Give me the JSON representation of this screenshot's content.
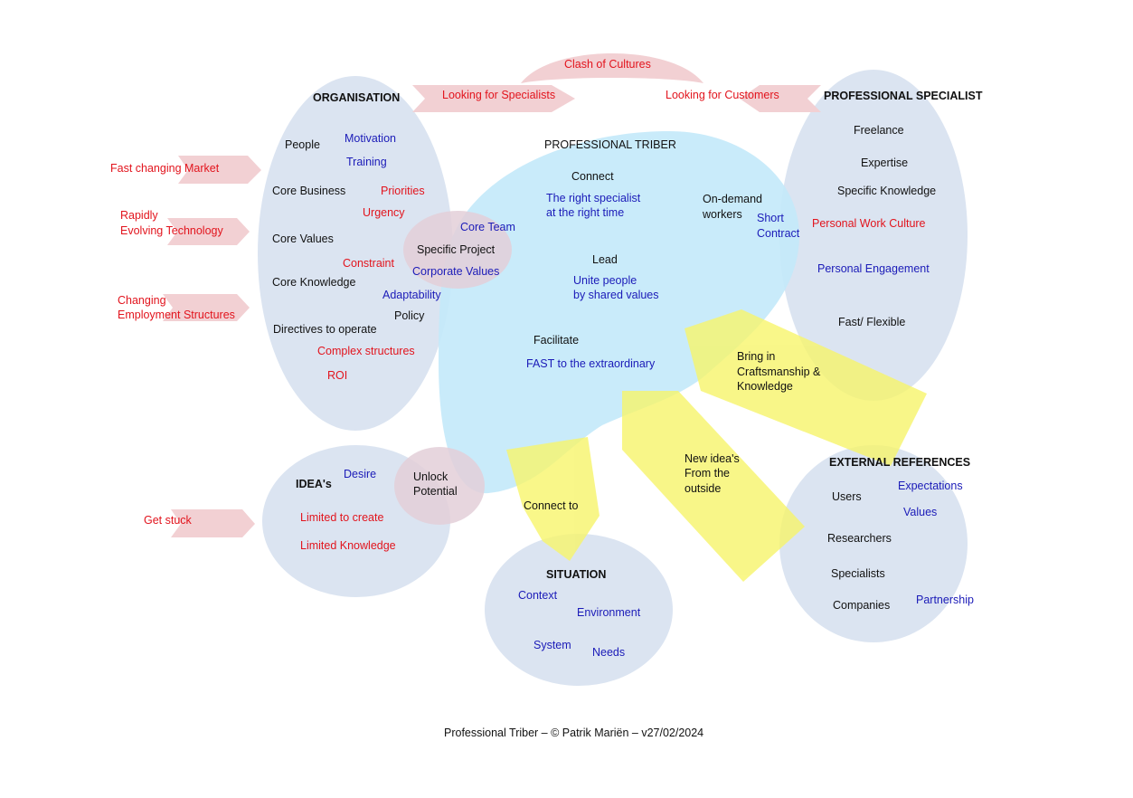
{
  "colors": {
    "bubble": "#dbe4f1",
    "triber": "#c3e9fa",
    "arrow": "#f2d0d3",
    "overlap": "#e3cfd8",
    "yellow": "#f7f56b",
    "red_text": "#e2141d",
    "blue_text": "#1b1bb8",
    "black_text": "#111111"
  },
  "top": {
    "clash": "Clash of  Cultures",
    "looking_specialists": "Looking for Specialists",
    "looking_customers": "Looking for Customers"
  },
  "left_drivers": {
    "fast_market": "Fast changing Market",
    "rapidly": "Rapidly",
    "evolving_tech": "Evolving Technology",
    "changing": "Changing",
    "employment": "Employment  Structures",
    "get_stuck": "Get stuck"
  },
  "organisation": {
    "title": "ORGANISATION",
    "people": "People",
    "motivation": "Motivation",
    "training": "Training",
    "core_business": "Core Business",
    "priorities": "Priorities",
    "urgency": "Urgency",
    "core_values": "Core Values",
    "constraint": "Constraint",
    "core_knowledge": "Core Knowledge",
    "adaptability": "Adaptability",
    "policy": "Policy",
    "directives": "Directives to operate",
    "complex": "Complex structures",
    "roi": "ROI"
  },
  "project": {
    "core_team": "Core Team",
    "specific_project": "Specific Project",
    "corporate_values": "Corporate Values"
  },
  "triber": {
    "title": "PROFESSIONAL TRIBER",
    "connect": "Connect",
    "right_specialist": "The right specialist",
    "right_time": "at the right time",
    "on_demand": "On-demand",
    "workers": "workers",
    "short": "Short",
    "contract": "Contract",
    "lead": "Lead",
    "unite": "Unite people",
    "shared_values": "by shared values",
    "facilitate": "Facilitate",
    "fast": "FAST to the extraordinary"
  },
  "specialist": {
    "title": "PROFESSIONAL SPECIALIST",
    "freelance": "Freelance",
    "expertise": "Expertise",
    "specific_knowledge": "Specific Knowledge",
    "work_culture": "Personal Work Culture",
    "engagement": "Personal Engagement",
    "fast_flexible": "Fast/ Flexible"
  },
  "arrows": {
    "bring_in_1": "Bring in",
    "bring_in_2": "Craftsmanship &",
    "bring_in_3": "Knowledge",
    "new_ideas_1": "New idea's",
    "new_ideas_2": "From the",
    "new_ideas_3": "outside",
    "connect_to": "Connect to"
  },
  "ideas": {
    "title": "IDEA's",
    "desire": "Desire",
    "unlock": "Unlock",
    "potential": "Potential",
    "limited_create": "Limited to create",
    "limited_knowledge": "Limited Knowledge"
  },
  "situation": {
    "title": "SITUATION",
    "context": "Context",
    "environment": "Environment",
    "system": "System",
    "needs": "Needs"
  },
  "external": {
    "title": "EXTERNAL REFERENCES",
    "users": "Users",
    "expectations": "Expectations",
    "values": "Values",
    "researchers": "Researchers",
    "specialists": "Specialists",
    "companies": "Companies",
    "partnership": "Partnership"
  },
  "footer": "Professional Triber – © Patrik Mariën – v27/02/2024"
}
